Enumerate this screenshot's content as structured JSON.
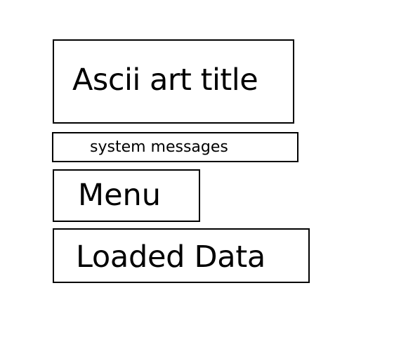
{
  "boxes": {
    "title": "Ascii art title",
    "messages": "system messages",
    "menu": "Menu",
    "data": "Loaded Data"
  },
  "colors": {
    "border": "#000000",
    "background": "#ffffff",
    "text": "#000000"
  }
}
